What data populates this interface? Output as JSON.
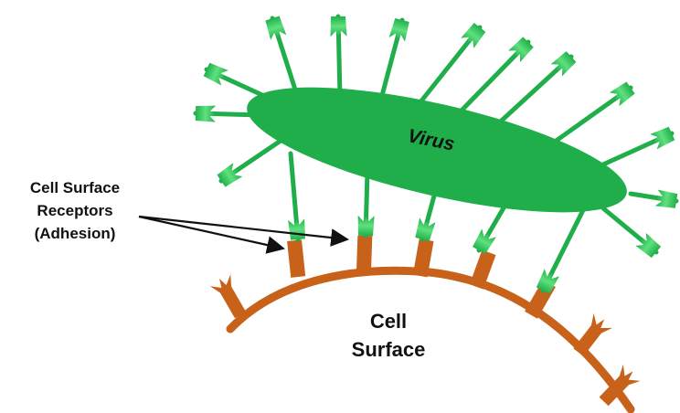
{
  "diagram": {
    "labels": {
      "virus": "Virus",
      "receptors_line1": "Cell Surface",
      "receptors_line2": "Receptors",
      "receptors_line3": "(Adhesion)",
      "cell_line1": "Cell",
      "cell_line2": "Surface"
    },
    "colors": {
      "virus_fill": "#1fae4a",
      "spike_light": "#45d06a",
      "cell_membrane": "#c8621a",
      "arrow": "#111111"
    }
  }
}
